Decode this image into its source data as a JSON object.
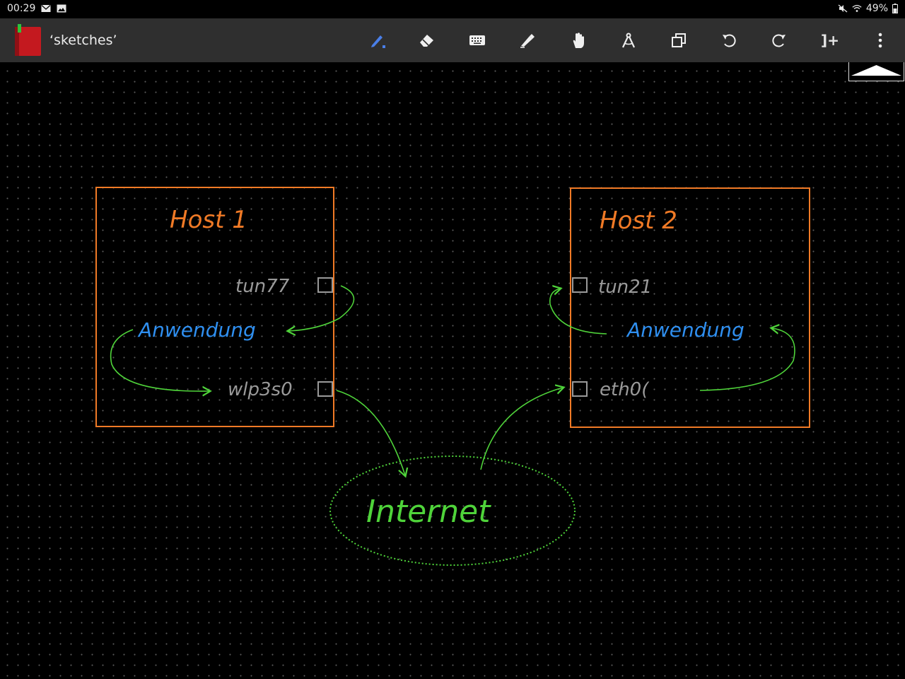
{
  "status": {
    "time": "00:29",
    "battery": "49%",
    "icons": [
      "mail-icon",
      "image-icon",
      "mute-icon",
      "wifi-icon",
      "battery-icon"
    ]
  },
  "app": {
    "title": "‘sketches’"
  },
  "toolbar": {
    "tools": [
      "pen-icon",
      "eraser-icon",
      "keyboard-icon",
      "highlighter-icon",
      "hand-icon",
      "compass-icon",
      "copy-icon",
      "undo-icon",
      "redo-icon",
      "insert-space-icon",
      "more-icon"
    ],
    "insert_label": "]+",
    "active_color": "#4a7fe8"
  },
  "sketch": {
    "host1": {
      "title": "Host 1",
      "iface_top": "tun77",
      "app": "Anwendung",
      "iface_bottom": "wlp3s0"
    },
    "host2": {
      "title": "Host 2",
      "iface_top": "tun21",
      "app": "Anwendung",
      "iface_bottom": "eth0("
    },
    "cloud": "Internet",
    "colors": {
      "box": "#f07a26",
      "arrow": "#4fd33a",
      "app": "#2f8ff0",
      "iface": "#9a9a9a"
    }
  }
}
